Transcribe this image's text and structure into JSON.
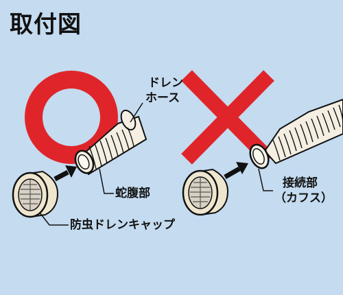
{
  "title": "取付図",
  "labels": {
    "drain_hose_line1": "ドレン",
    "drain_hose_line2": "ホース",
    "bellows": "蛇腹部",
    "connection_line1": "接続部",
    "connection_line2": "（カフス）",
    "cap": "防虫ドレンキャップ"
  },
  "marks": {
    "correct": "○",
    "incorrect": "×"
  },
  "colors": {
    "background": "#c4dbf0",
    "mark_red": "#e0252a",
    "hose": "#f4efe2",
    "cap": "#efe6cf",
    "outline": "#111111"
  }
}
